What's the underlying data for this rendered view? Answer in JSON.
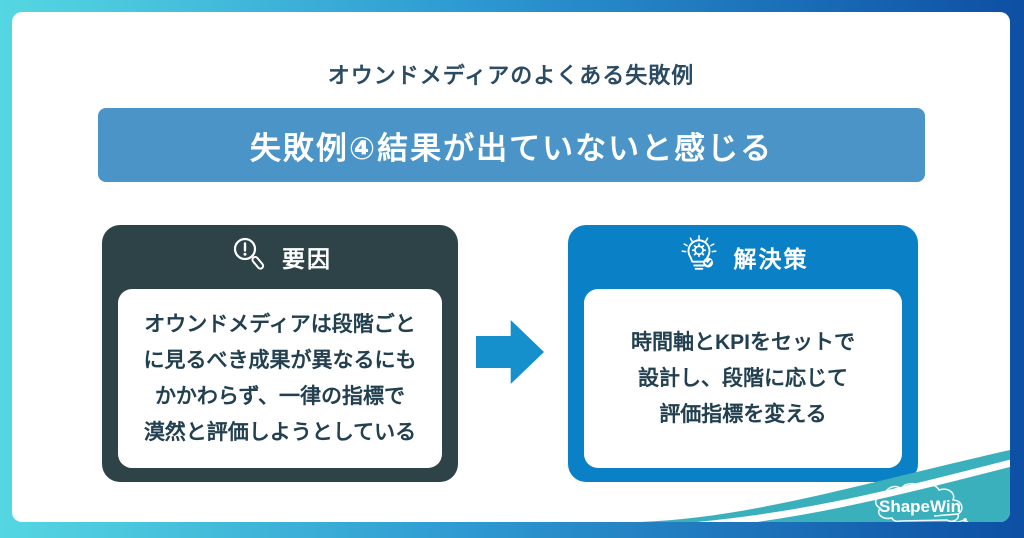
{
  "page": {
    "title": "オウンドメディアのよくある失敗例",
    "banner": "失敗例④結果が出ていないと感じる"
  },
  "cause": {
    "label": "要因",
    "icon": "magnifier-alert-icon",
    "lines": [
      "オウンドメディアは段階ごと",
      "に見るべき成果が異なるにも",
      "かかわらず、一律の指標で",
      "漠然と評価しようとしている"
    ]
  },
  "solution": {
    "label": "解決策",
    "icon": "lightbulb-gear-check-icon",
    "lines": [
      "時間軸とKPIをセットで",
      "設計し、段階に応じて",
      "評価指標を変える"
    ]
  },
  "logo": {
    "text": "ShapeWin"
  },
  "colors": {
    "frame_gradient_start": "#55D7E2",
    "frame_gradient_end": "#0D4FA4",
    "banner_bg": "#4A94C8",
    "title_text": "#2B4B63",
    "cause_bg": "#2E4347",
    "solution_bg": "#0A80C6",
    "body_text": "#22404F",
    "arrow": "#1590CC",
    "swoosh": "#3BB0BD"
  }
}
